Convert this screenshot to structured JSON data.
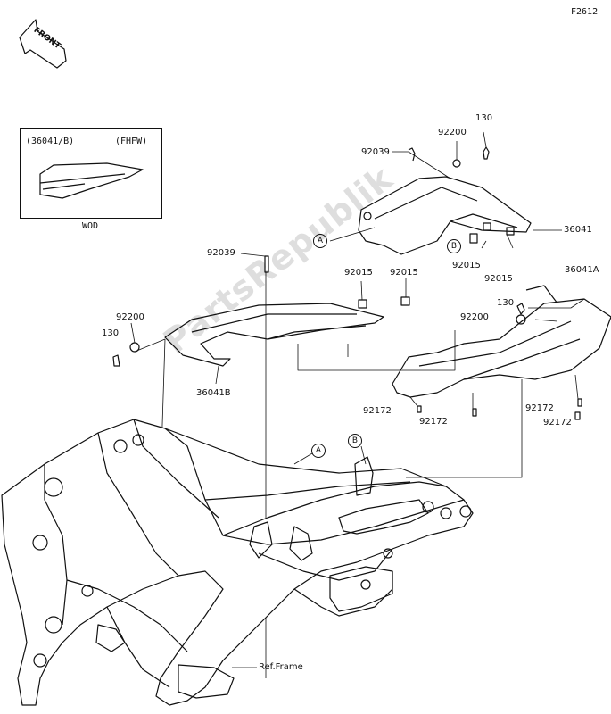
{
  "figure_code": "F2612",
  "front_arrow_label": "FRONT",
  "inset": {
    "left_label": "(36041/B)",
    "right_label": "(FHFW)",
    "caption": "WOD"
  },
  "callouts": {
    "a_upper": "A",
    "b_upper": "B",
    "a_lower": "A",
    "b_lower": "B"
  },
  "labels": {
    "p130_top": "130",
    "p92200_top": "92200",
    "p92039_top": "92039",
    "p36041": "36041",
    "p92015_r1": "92015",
    "p92015_r2": "92015",
    "p92039_mid": "92039",
    "p92015_m1": "92015",
    "p92015_m2": "92015",
    "p36041A": "36041A",
    "p92200_left": "92200",
    "p130_left": "130",
    "p130_right": "130",
    "p92200_right": "92200",
    "p36041B": "36041B",
    "p92172_a": "92172",
    "p92172_b": "92172",
    "p92172_c": "92172",
    "p92172_d": "92172",
    "ref_frame": "Ref.Frame"
  },
  "watermark": "PartsRepublik"
}
